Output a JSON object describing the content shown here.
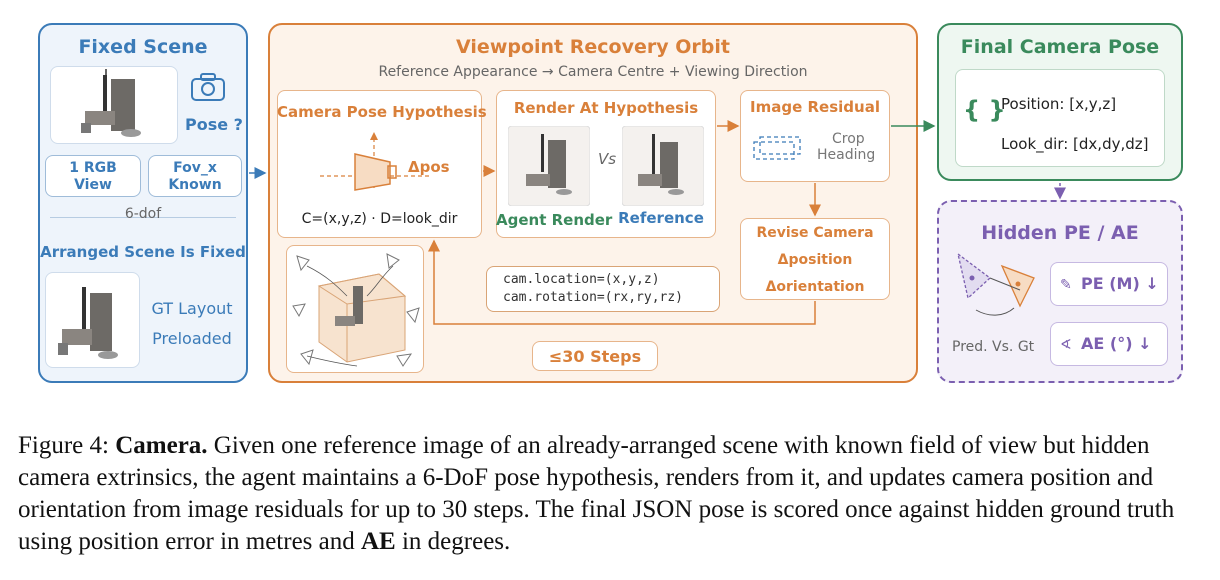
{
  "colors": {
    "blue": "#3b7bb8",
    "blue_bg": "#eef4fb",
    "orange": "#d9803a",
    "orange_bg": "#fdf3ea",
    "green": "#3a8a5c",
    "green_bg": "#eef7f1",
    "purple": "#7b5fb0",
    "purple_bg": "#f3f0f9"
  },
  "fixed_scene": {
    "title": "Fixed Scene",
    "pose_q": "Pose ?",
    "rgb_view": [
      "1 RGB",
      "View"
    ],
    "fov": [
      "Fov_x",
      "Known"
    ],
    "dof": "6-dof",
    "arranged": "Arranged Scene Is Fixed",
    "gt_layout": "GT Layout",
    "preloaded": "Preloaded",
    "icon": "camera-icon"
  },
  "orbit": {
    "title": "Viewpoint Recovery Orbit",
    "subtitle": "Reference Appearance → Camera Centre + Viewing Direction",
    "hypothesis_title": "Camera Pose Hypothesis",
    "delta_pos": "Δpos",
    "formula": "C=(x,y,z) · D=look_dir",
    "render_title": "Render At Hypothesis",
    "vs": "Vs",
    "agent_render": "Agent Render",
    "reference": "Reference",
    "residual_title": "Image Residual",
    "crop": "Crop",
    "heading": "Heading",
    "revise": [
      "Revise Camera",
      "Δposition",
      "Δorientation"
    ],
    "code": [
      "cam.location=(x,y,z)",
      "cam.rotation=(rx,ry,rz)"
    ],
    "steps": "≤30 Steps"
  },
  "final_pose": {
    "title": "Final Camera Pose",
    "braces": "{ }",
    "position": "Position: [x,y,z]",
    "look_dir": "Look_dir: [dx,dy,dz]"
  },
  "hidden": {
    "title": "Hidden PE / AE",
    "pe": "PE (M) ↓",
    "ae": "AE (°) ↓",
    "pred_vs_gt": "Pred. Vs. Gt"
  },
  "caption": {
    "label": "Figure 4: ",
    "bold": "Camera.",
    "text": " Given one reference image of an already-arranged scene with known field of view but hidden camera extrinsics, the agent maintains a 6-DoF pose hypothesis, renders from it, and updates camera position and orientation from image residuals for up to 30 steps. The final JSON pose is scored once against hidden ground truth using position error in metres and ",
    "bold2": "AE",
    "text2": " in degrees."
  }
}
